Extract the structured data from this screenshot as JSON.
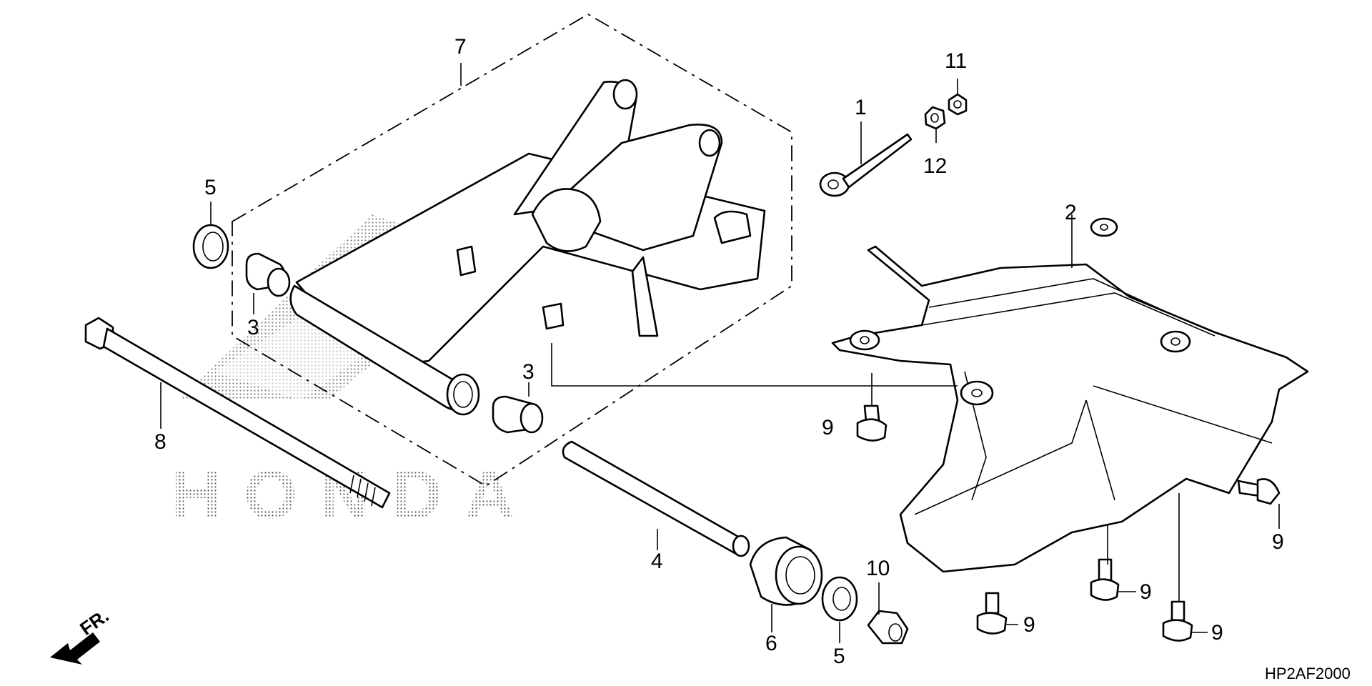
{
  "diagram": {
    "watermark": "HONDA",
    "part_code": "HP2AF2000",
    "direction_label": "FR.",
    "callouts": [
      {
        "id": "c1",
        "label": "1"
      },
      {
        "id": "c2",
        "label": "2"
      },
      {
        "id": "c3a",
        "label": "3"
      },
      {
        "id": "c3b",
        "label": "3"
      },
      {
        "id": "c4",
        "label": "4"
      },
      {
        "id": "c5a",
        "label": "5"
      },
      {
        "id": "c5b",
        "label": "5"
      },
      {
        "id": "c6",
        "label": "6"
      },
      {
        "id": "c7",
        "label": "7"
      },
      {
        "id": "c8",
        "label": "8"
      },
      {
        "id": "c9a",
        "label": "9"
      },
      {
        "id": "c9b",
        "label": "9"
      },
      {
        "id": "c9c",
        "label": "9"
      },
      {
        "id": "c9d",
        "label": "9"
      },
      {
        "id": "c9e",
        "label": "9"
      },
      {
        "id": "c10",
        "label": "10"
      },
      {
        "id": "c11",
        "label": "11"
      },
      {
        "id": "c12",
        "label": "12"
      }
    ]
  }
}
